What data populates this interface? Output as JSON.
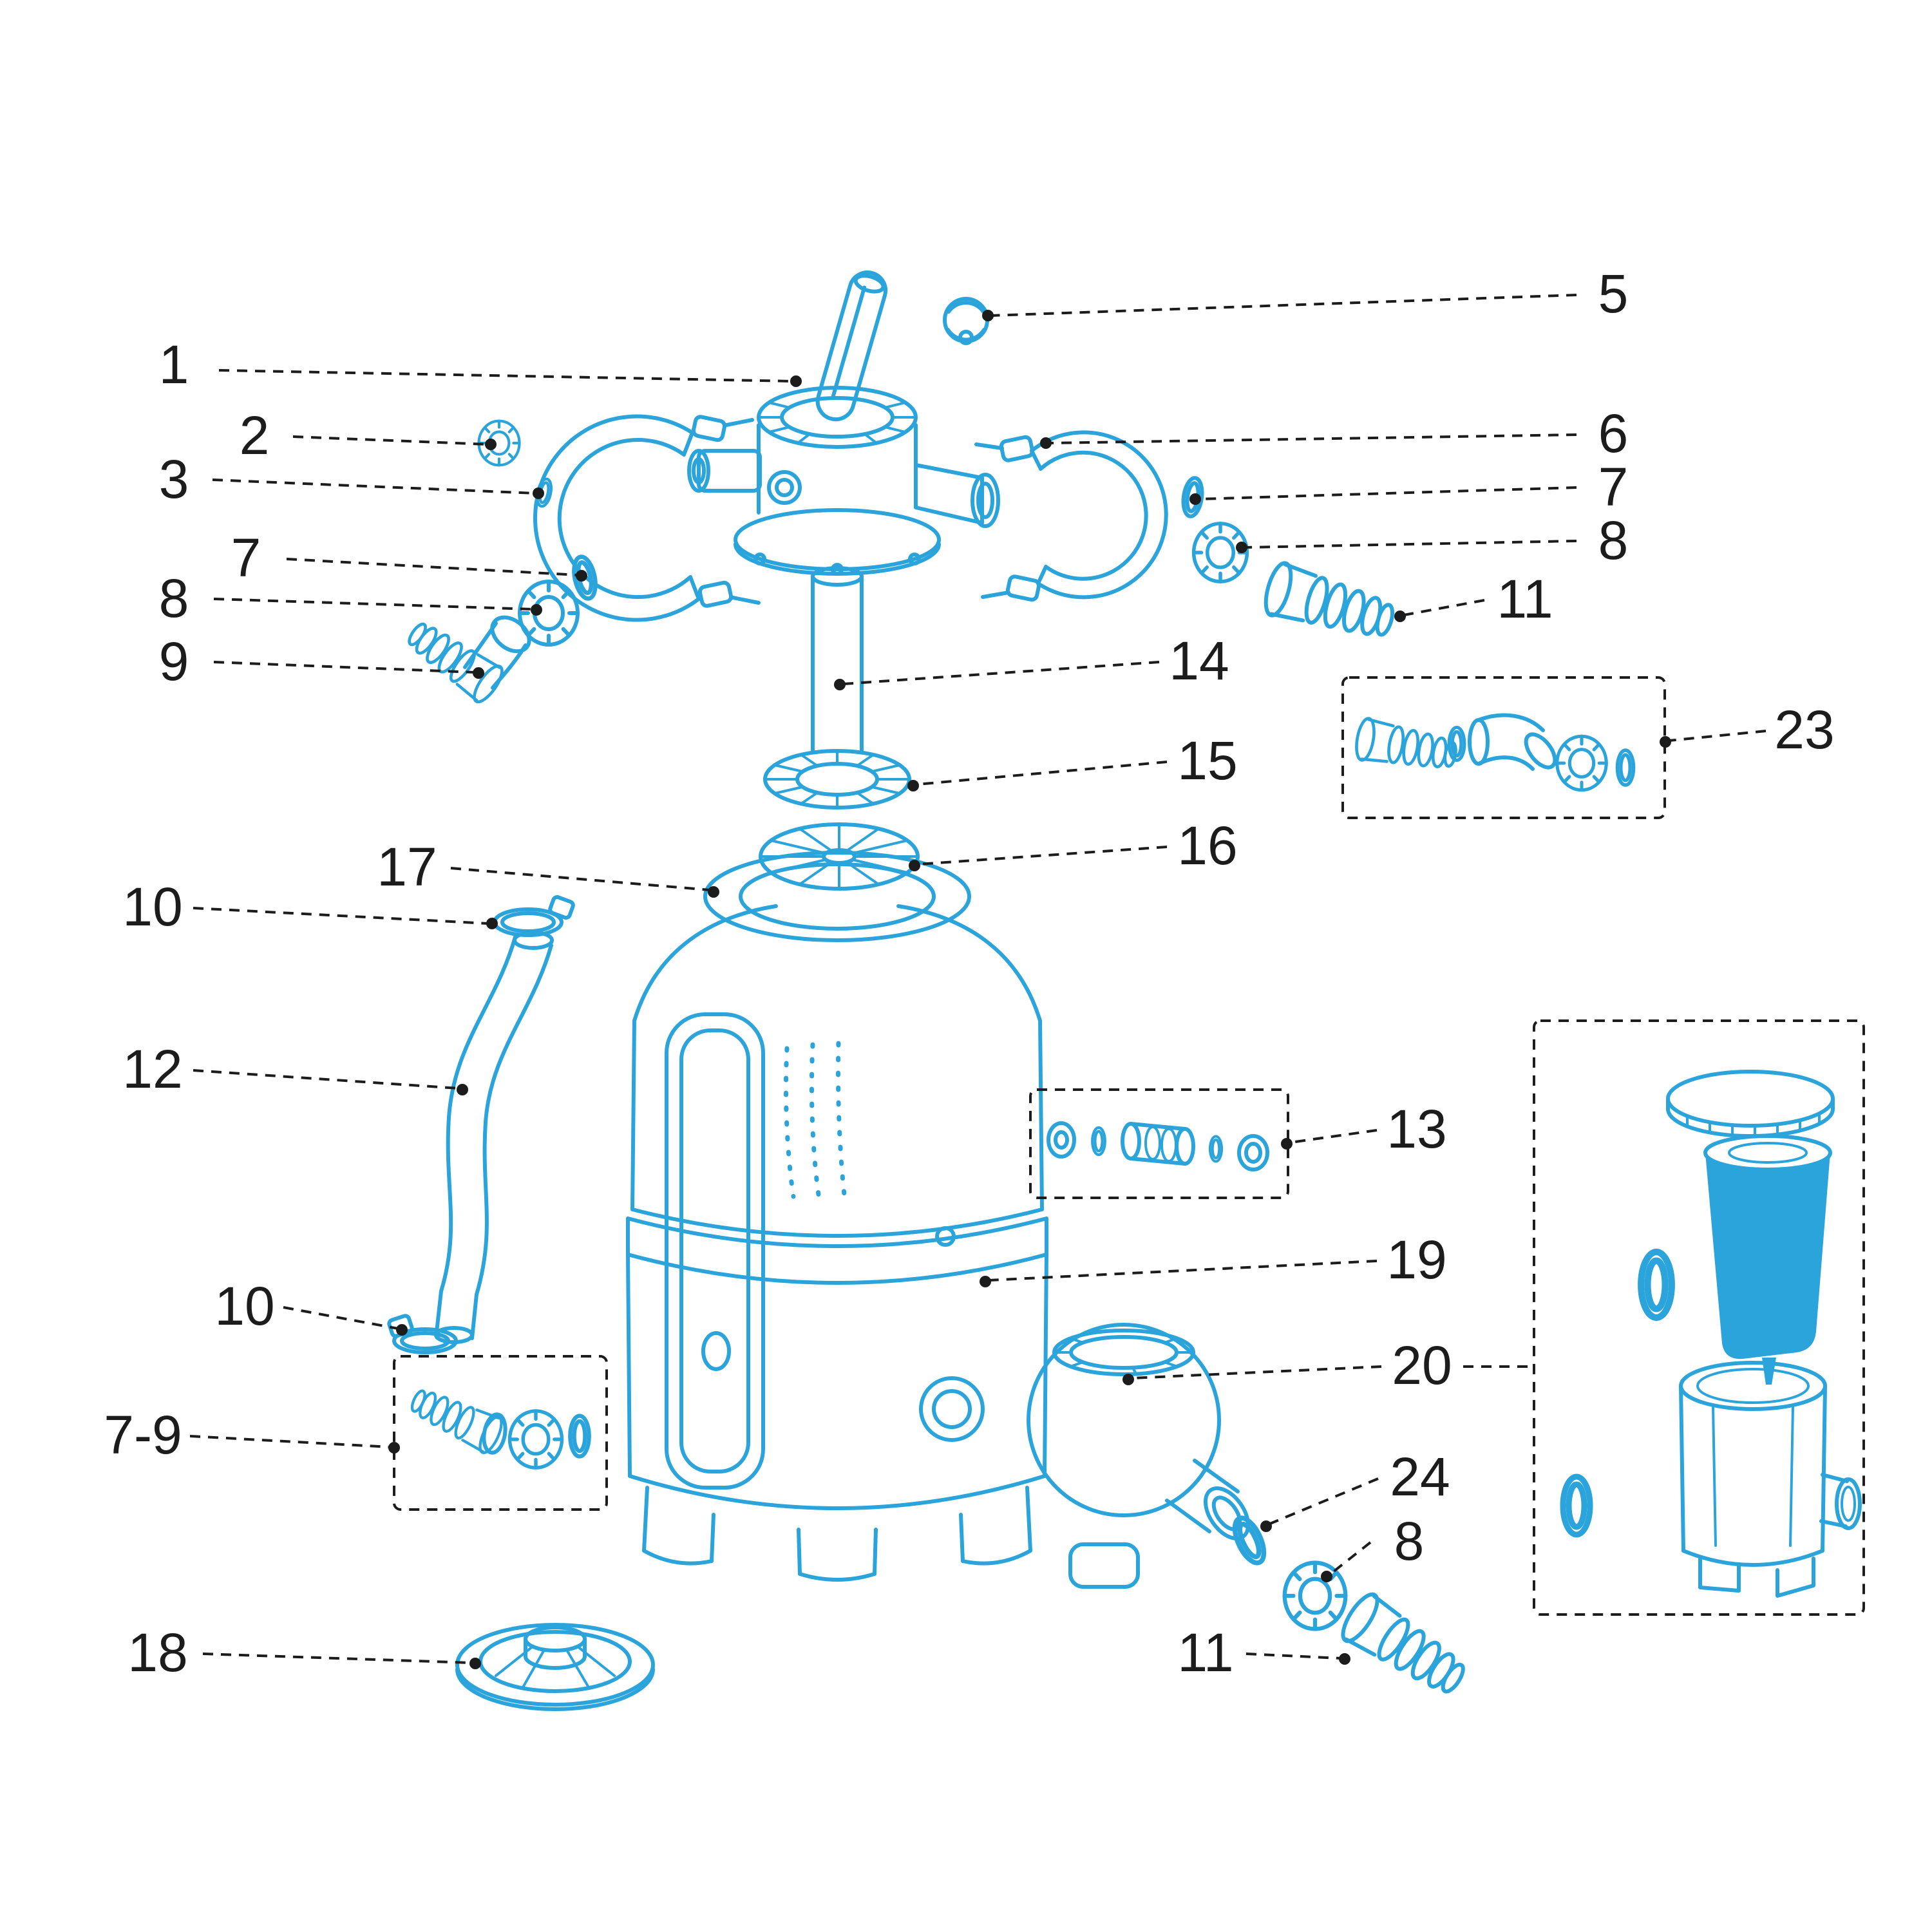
{
  "diagram": {
    "kind": "exploded-parts-diagram",
    "colors": {
      "accent": "#2BA4DC",
      "leader": "#1C1C1C",
      "background": "#FFFFFF"
    }
  },
  "callouts": [
    {
      "id": "part-1",
      "label": "1"
    },
    {
      "id": "part-2",
      "label": "2"
    },
    {
      "id": "part-3",
      "label": "3"
    },
    {
      "id": "part-5",
      "label": "5"
    },
    {
      "id": "part-6",
      "label": "6"
    },
    {
      "id": "part-7-right",
      "label": "7"
    },
    {
      "id": "part-8-right",
      "label": "8"
    },
    {
      "id": "part-11-right",
      "label": "11"
    },
    {
      "id": "part-7-left",
      "label": "7"
    },
    {
      "id": "part-8-left",
      "label": "8"
    },
    {
      "id": "part-9",
      "label": "9"
    },
    {
      "id": "part-14",
      "label": "14"
    },
    {
      "id": "part-15",
      "label": "15"
    },
    {
      "id": "part-16",
      "label": "16"
    },
    {
      "id": "part-17",
      "label": "17"
    },
    {
      "id": "part-10-top",
      "label": "10"
    },
    {
      "id": "part-12",
      "label": "12"
    },
    {
      "id": "part-13",
      "label": "13"
    },
    {
      "id": "part-19",
      "label": "19"
    },
    {
      "id": "part-10-bottom",
      "label": "10"
    },
    {
      "id": "part-20",
      "label": "20"
    },
    {
      "id": "part-7-9",
      "label": "7-9"
    },
    {
      "id": "part-24",
      "label": "24"
    },
    {
      "id": "part-8-bottom",
      "label": "8"
    },
    {
      "id": "part-18",
      "label": "18"
    },
    {
      "id": "part-11-bottom",
      "label": "11"
    },
    {
      "id": "part-23",
      "label": "23"
    }
  ]
}
